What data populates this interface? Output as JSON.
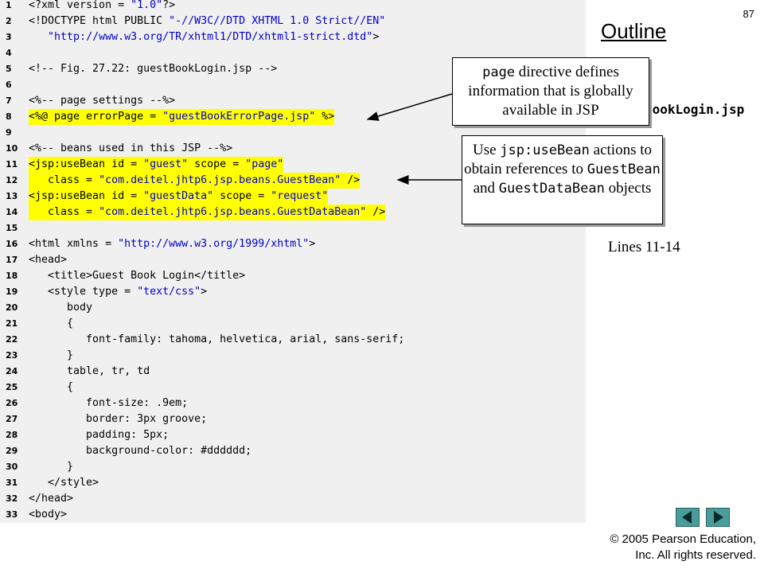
{
  "slide_number": "87",
  "outline_title": "Outline",
  "filename_label": "BookLogin.jsp",
  "lines_label": "Lines 11-14",
  "callouts": {
    "page": {
      "code": "page",
      "text_1": " directive defines information that is globally available in JSP"
    },
    "bean": {
      "t1": "Use ",
      "c1": "jsp:useBean",
      "t2": " actions to obtain references to ",
      "c2": "GuestBean",
      "t3": " and ",
      "c3": "GuestDataBean",
      "t4": " objects"
    }
  },
  "code_lines": [
    {
      "n": "1",
      "hl": false,
      "segs": [
        [
          "<?xml version = ",
          ""
        ],
        [
          "\"1.0\"",
          "s"
        ],
        [
          "?>",
          ""
        ]
      ]
    },
    {
      "n": "2",
      "hl": false,
      "segs": [
        [
          "<!DOCTYPE html PUBLIC ",
          ""
        ],
        [
          "\"-//W3C//DTD XHTML 1.0 Strict//EN\"",
          "s"
        ]
      ]
    },
    {
      "n": "3",
      "hl": false,
      "segs": [
        [
          "   ",
          ""
        ],
        [
          "\"http://www.w3.org/TR/xhtml1/DTD/xhtml1-strict.dtd\"",
          "s"
        ],
        [
          ">",
          ""
        ]
      ]
    },
    {
      "n": "4",
      "hl": false,
      "segs": []
    },
    {
      "n": "5",
      "hl": false,
      "segs": [
        [
          "<!-- Fig. 27.22: guestBookLogin.jsp -->",
          ""
        ]
      ]
    },
    {
      "n": "6",
      "hl": false,
      "segs": []
    },
    {
      "n": "7",
      "hl": false,
      "segs": [
        [
          "<%-- page settings --%>",
          ""
        ]
      ]
    },
    {
      "n": "8",
      "hl": true,
      "segs": [
        [
          "<%@ page errorPage = ",
          ""
        ],
        [
          "\"guestBookErrorPage.jsp\"",
          "s"
        ],
        [
          " %>",
          ""
        ]
      ]
    },
    {
      "n": "9",
      "hl": false,
      "segs": []
    },
    {
      "n": "10",
      "hl": false,
      "segs": [
        [
          "<%-- beans used in this JSP --%>",
          ""
        ]
      ]
    },
    {
      "n": "11",
      "hl": true,
      "segs": [
        [
          "<jsp:useBean id = ",
          ""
        ],
        [
          "\"guest\"",
          "s"
        ],
        [
          " scope = ",
          ""
        ],
        [
          "\"page\"",
          "s"
        ]
      ]
    },
    {
      "n": "12",
      "hl": true,
      "segs": [
        [
          "   class = ",
          ""
        ],
        [
          "\"com.deitel.jhtp6.jsp.beans.GuestBean\"",
          "s"
        ],
        [
          " />",
          ""
        ]
      ]
    },
    {
      "n": "13",
      "hl": true,
      "segs": [
        [
          "<jsp:useBean id = ",
          ""
        ],
        [
          "\"guestData\"",
          "s"
        ],
        [
          " scope = ",
          ""
        ],
        [
          "\"request\"",
          "s"
        ]
      ]
    },
    {
      "n": "14",
      "hl": true,
      "segs": [
        [
          "   class = ",
          ""
        ],
        [
          "\"com.deitel.jhtp6.jsp.beans.GuestDataBean\"",
          "s"
        ],
        [
          " />",
          ""
        ]
      ]
    },
    {
      "n": "15",
      "hl": false,
      "segs": []
    },
    {
      "n": "16",
      "hl": false,
      "segs": [
        [
          "<html xmlns = ",
          ""
        ],
        [
          "\"http://www.w3.org/1999/xhtml\"",
          "s"
        ],
        [
          ">",
          ""
        ]
      ]
    },
    {
      "n": "17",
      "hl": false,
      "segs": [
        [
          "<head>",
          ""
        ]
      ]
    },
    {
      "n": "18",
      "hl": false,
      "segs": [
        [
          "   <title>Guest Book Login</title>",
          ""
        ]
      ]
    },
    {
      "n": "19",
      "hl": false,
      "segs": [
        [
          "   <style type = ",
          ""
        ],
        [
          "\"text/css\"",
          "s"
        ],
        [
          ">",
          ""
        ]
      ]
    },
    {
      "n": "20",
      "hl": false,
      "segs": [
        [
          "      body",
          ""
        ]
      ]
    },
    {
      "n": "21",
      "hl": false,
      "segs": [
        [
          "      {",
          ""
        ]
      ]
    },
    {
      "n": "22",
      "hl": false,
      "segs": [
        [
          "         font-family: tahoma, helvetica, arial, sans-serif;",
          ""
        ]
      ]
    },
    {
      "n": "23",
      "hl": false,
      "segs": [
        [
          "      }",
          ""
        ]
      ]
    },
    {
      "n": "24",
      "hl": false,
      "segs": [
        [
          "      table, tr, td",
          ""
        ]
      ]
    },
    {
      "n": "25",
      "hl": false,
      "segs": [
        [
          "      {",
          ""
        ]
      ]
    },
    {
      "n": "26",
      "hl": false,
      "segs": [
        [
          "         font-size: .9em;",
          ""
        ]
      ]
    },
    {
      "n": "27",
      "hl": false,
      "segs": [
        [
          "         border: 3px groove;",
          ""
        ]
      ]
    },
    {
      "n": "28",
      "hl": false,
      "segs": [
        [
          "         padding: 5px;",
          ""
        ]
      ]
    },
    {
      "n": "29",
      "hl": false,
      "segs": [
        [
          "         background-color: #dddddd;",
          ""
        ]
      ]
    },
    {
      "n": "30",
      "hl": false,
      "segs": [
        [
          "      }",
          ""
        ]
      ]
    },
    {
      "n": "31",
      "hl": false,
      "segs": [
        [
          "   </style>",
          ""
        ]
      ]
    },
    {
      "n": "32",
      "hl": false,
      "segs": [
        [
          "</head>",
          ""
        ]
      ]
    },
    {
      "n": "33",
      "hl": false,
      "segs": [
        [
          "<body>",
          ""
        ]
      ]
    }
  ],
  "nav": {
    "prev_icon": "triangle-left-icon",
    "next_icon": "triangle-right-icon",
    "color": "#4a9c9c"
  },
  "copyright": {
    "line1": "© 2005 Pearson Education,",
    "line2": "Inc.  All rights reserved."
  }
}
